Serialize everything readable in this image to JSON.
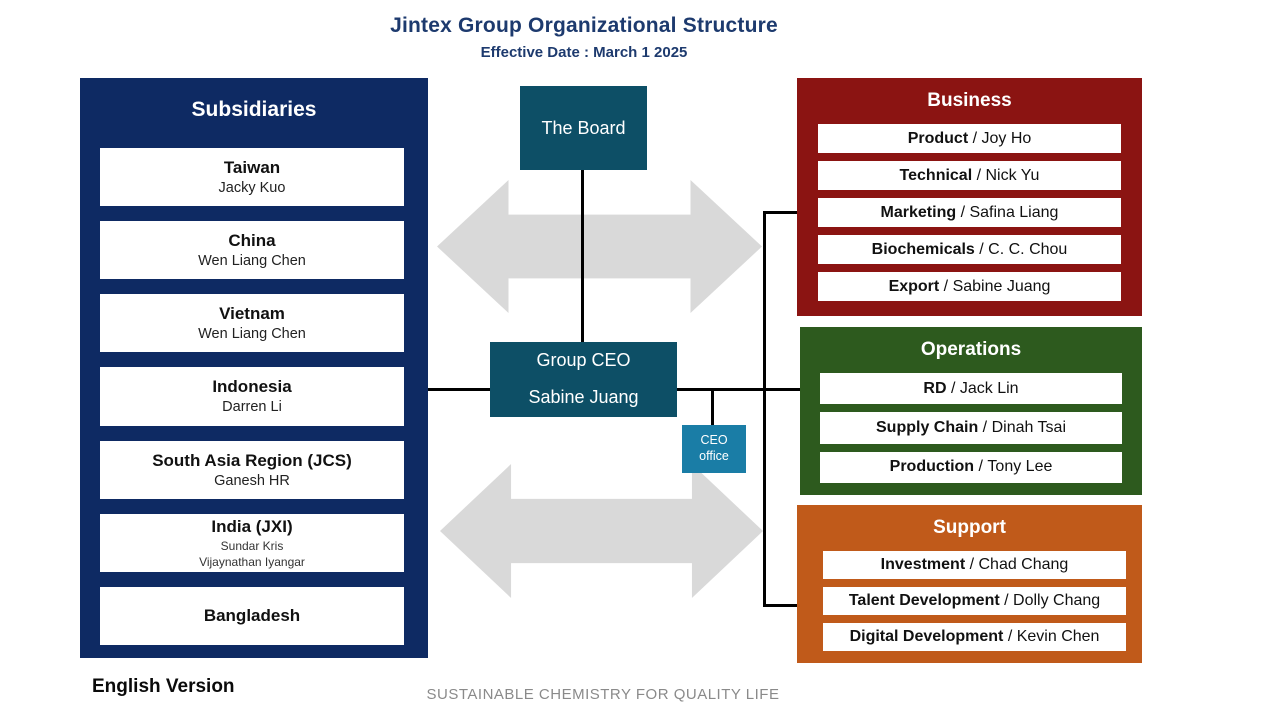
{
  "title": "Jintex Group Organizational Structure",
  "subtitle": "Effective Date : March 1 2025",
  "sep": " / ",
  "colors": {
    "navy": "#0e2a63",
    "teal": "#0d4f66",
    "ceo_office_blue": "#1a7da6",
    "business_red": "#8b1412",
    "operations_green": "#2d5a1e",
    "support_orange": "#c05a1a",
    "arrow_gray": "#d9d9d9",
    "title_navy": "#1d3a6e"
  },
  "subsidiaries": {
    "title": "Subsidiaries",
    "items": [
      {
        "region": "Taiwan",
        "name": "Jacky Kuo",
        "name2": ""
      },
      {
        "region": "China",
        "name": "Wen Liang Chen",
        "name2": ""
      },
      {
        "region": "Vietnam",
        "name": "Wen Liang Chen",
        "name2": ""
      },
      {
        "region": "Indonesia",
        "name": "Darren Li",
        "name2": ""
      },
      {
        "region": "South Asia Region (JCS)",
        "name": "Ganesh HR",
        "name2": ""
      },
      {
        "region": "India (JXI)",
        "name": "Sundar Kris",
        "name2": "Vijaynathan Iyangar"
      },
      {
        "region": "Bangladesh",
        "name": "",
        "name2": ""
      }
    ]
  },
  "center": {
    "board_label": "The Board",
    "ceo_title": "Group CEO",
    "ceo_name": "Sabine Juang",
    "ceo_office_line1": "CEO",
    "ceo_office_line2": "office"
  },
  "groups": [
    {
      "title": "Business",
      "items": [
        {
          "dept": "Product",
          "person": "Joy Ho"
        },
        {
          "dept": "Technical",
          "person": "Nick Yu"
        },
        {
          "dept": "Marketing",
          "person": "Safina Liang"
        },
        {
          "dept": "Biochemicals",
          "person": "C. C. Chou"
        },
        {
          "dept": "Export",
          "person": "Sabine Juang"
        }
      ]
    },
    {
      "title": "Operations",
      "items": [
        {
          "dept": "RD",
          "person": "Jack Lin"
        },
        {
          "dept": "Supply Chain",
          "person": "Dinah Tsai"
        },
        {
          "dept": "Production",
          "person": "Tony Lee"
        }
      ]
    },
    {
      "title": "Support",
      "items": [
        {
          "dept": "Investment",
          "person": "Chad Chang"
        },
        {
          "dept": "Talent Development",
          "person": "Dolly Chang"
        },
        {
          "dept": "Digital Development",
          "person": "Kevin Chen"
        }
      ]
    }
  ],
  "footer": {
    "version": "English Version",
    "slogan": "SUSTAINABLE CHEMISTRY FOR QUALITY LIFE"
  }
}
